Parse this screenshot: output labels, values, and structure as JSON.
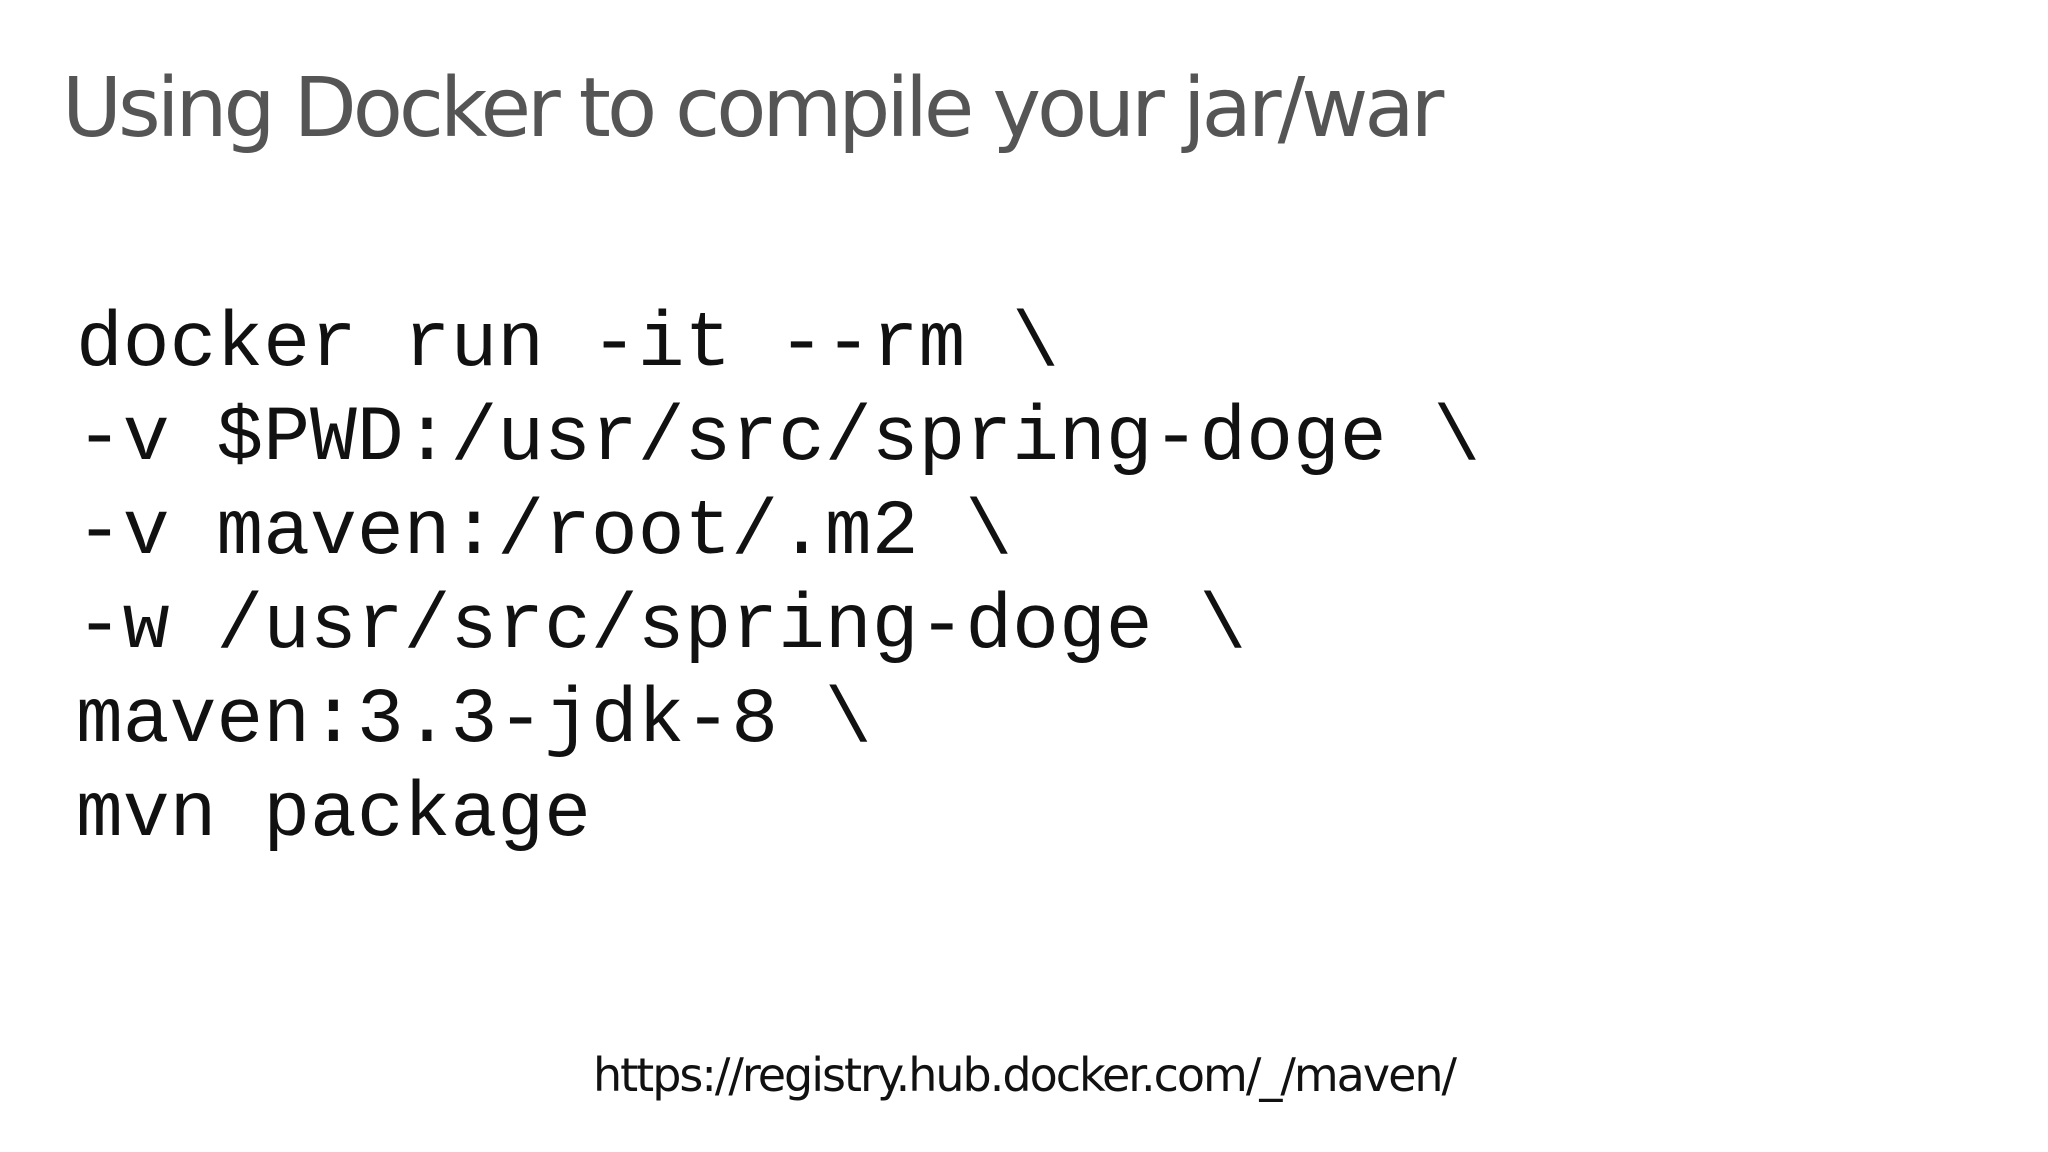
{
  "slide": {
    "title": "Using Docker to compile your jar/war",
    "code_lines": [
      "docker run -it --rm \\",
      "-v $PWD:/usr/src/spring-doge \\",
      "-v maven:/root/.m2 \\",
      "-w /usr/src/spring-doge \\",
      "maven:3.3-jdk-8 \\",
      "mvn package"
    ],
    "link_text": "https://registry.hub.docker.com/_/maven/"
  },
  "colors": {
    "title": "#555555",
    "body_text": "#111111",
    "background": "#ffffff"
  }
}
